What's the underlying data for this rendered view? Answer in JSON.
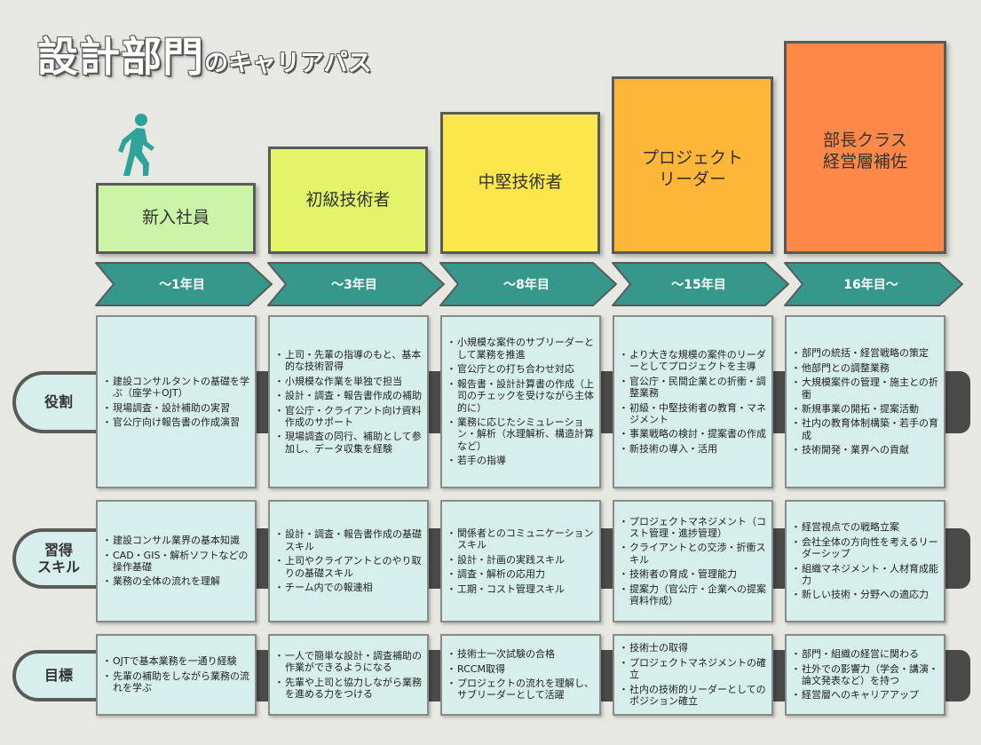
{
  "title": {
    "main": "設計部門",
    "sub": "のキャリアパス"
  },
  "icons": {
    "walker": "walking-person-icon"
  },
  "colors": {
    "teal": "#35988a",
    "cell_bg": "#d6efea"
  },
  "stages": [
    {
      "name": "新入社員",
      "color": "#ccf4a8"
    },
    {
      "name": "初級技術者",
      "color": "#e2f56a"
    },
    {
      "name": "中堅技術者",
      "color": "#fbe74c"
    },
    {
      "name": "プロジェクト\nリーダー",
      "color": "#fdb637"
    },
    {
      "name": "部長クラス\n経営層補佐",
      "color": "#fd8847"
    }
  ],
  "periods": [
    "～1年目",
    "～3年目",
    "～8年目",
    "～15年目",
    "16年目～"
  ],
  "rows": [
    {
      "label": "役割",
      "cells": [
        [
          "建設コンサルタントの基礎を学ぶ（座学＋OJT）",
          "現場調査・設計補助の実習",
          "官公庁向け報告書の作成演習"
        ],
        [
          "上司・先輩の指導のもと、基本的な技術習得",
          "小規模な作業を単独で担当",
          "設計・調査・報告書作成の補助",
          "官公庁・クライアント向け資料作成のサポート",
          "現場調査の同行、補助として参加し、データ収集を経験"
        ],
        [
          "小規模な案件のサブリーダーとして業務を推進",
          "官公庁との打ち合わせ対応",
          "報告書・設計計算書の作成（上司のチェックを受けながら主体的に）",
          "業務に応じたシミュレーション・解析（水理解析、構造計算など）",
          "若手の指導"
        ],
        [
          "より大きな規模の案件のリーダーとしてプロジェクトを主導",
          "官公庁・民間企業との折衝・調整業務",
          "初級・中堅技術者の教育・マネジメント",
          "事業戦略の検討・提案書の作成",
          "新技術の導入・活用"
        ],
        [
          "部門の統括・経営戦略の策定",
          "他部門との調整業務",
          "大規模案件の管理・施主との折衝",
          "新規事業の開拓・提案活動",
          "社内の教育体制構築・若手の育成",
          "技術開発・業界への貢献"
        ]
      ]
    },
    {
      "label": "習得\nスキル",
      "cells": [
        [
          "建設コンサル業界の基本知識",
          "CAD・GIS・解析ソフトなどの操作基礎",
          "業務の全体の流れを理解"
        ],
        [
          "設計・調査・報告書作成の基礎スキル",
          "上司やクライアントとのやり取りの基礎スキル",
          "チーム内での報連相"
        ],
        [
          "関係者とのコミュニケーションスキル",
          "設計・計画の実践スキル",
          "調査・解析の応用力",
          "工期・コスト管理スキル"
        ],
        [
          "プロジェクトマネジメント（コスト管理・進捗管理）",
          "クライアントとの交渉・折衝スキル",
          "技術者の育成・管理能力",
          "提案力（官公庁・企業への提案資料作成）"
        ],
        [
          "経営視点での戦略立案",
          "会社全体の方向性を考えるリーダーシップ",
          "組織マネジメント・人材育成能力",
          "新しい技術・分野への適応力"
        ]
      ]
    },
    {
      "label": "目標",
      "cells": [
        [
          "OJTで基本業務を一通り経験",
          "先輩の補助をしながら業務の流れを学ぶ"
        ],
        [
          "一人で簡単な設計・調査補助の作業ができるようになる",
          "先輩や上司と協力しながら業務を進める力をつける"
        ],
        [
          "技術士一次試験の合格",
          "RCCM取得",
          "プロジェクトの流れを理解し、サブリーダーとして活躍"
        ],
        [
          "技術士の取得",
          "プロジェクトマネジメントの確立",
          "社内の技術的リーダーとしてのポジション確立"
        ],
        [
          "部門・組織の経営に関わる",
          "社外での影響力（学会・講演・論文発表など）を持つ",
          "経営層へのキャリアアップ"
        ]
      ]
    }
  ]
}
